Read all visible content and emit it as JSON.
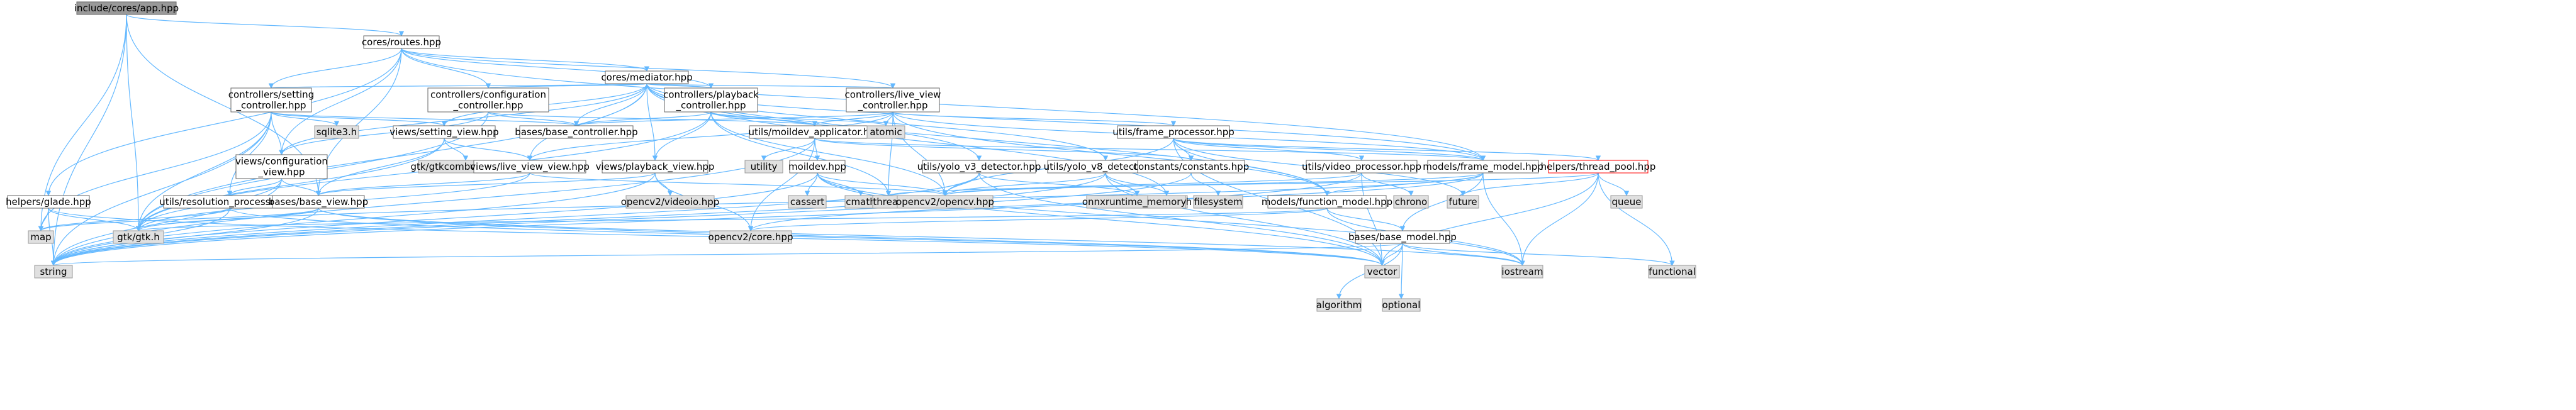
{
  "graph": {
    "colors": {
      "edge": "#63b8ff",
      "root_fill": "#999999",
      "node_border": "#666666",
      "system_fill": "#e0e0e0",
      "system_border": "#999999",
      "warning_border": "#ff0000"
    },
    "nodes": {
      "root": "include/cores/app.hpp",
      "routes": "cores/routes.hpp",
      "mediator": "cores/mediator.hpp",
      "setting_ctrl": [
        "controllers/setting",
        "_controller.hpp"
      ],
      "config_ctrl": [
        "controllers/configuration",
        "_controller.hpp"
      ],
      "playback_ctrl": [
        "controllers/playback",
        "_controller.hpp"
      ],
      "liveview_ctrl": [
        "controllers/live_view",
        "_controller.hpp"
      ],
      "sqlite3": "sqlite3.h",
      "setting_view": "views/setting_view.hpp",
      "gtkcombo": "gtk/gtkcomboboxtext.h",
      "base_ctrl": "bases/base_controller.hpp",
      "moildev_app": "utils/moildev_applicator.hpp",
      "atomic": "atomic",
      "frame_proc": "utils/frame_processor.hpp",
      "config_view": [
        "views/configuration",
        "_view.hpp"
      ],
      "live_view_view": "views/live_view_view.hpp",
      "playback_view": "views/playback_view.hpp",
      "utility": "utility",
      "moildev": "moildev.hpp",
      "yolo_v3": "utils/yolo_v3_detector.hpp",
      "yolo_v8": "utils/yolo_v8_detector.hpp",
      "constants": "constants/constants.hpp",
      "video_proc": "utils/video_processor.hpp",
      "frame_model": "models/frame_model.hpp",
      "thread_pool": "helpers/thread_pool.hpp",
      "glade": "helpers/glade.hpp",
      "res_proc": "utils/resolution_processor.hpp",
      "base_view": "bases/base_view.hpp",
      "videoio": "opencv2/videoio.hpp",
      "cassert": "cassert",
      "cmath": "cmath",
      "thread": "thread",
      "opencv": "opencv2/opencv.hpp",
      "onnx": "onnxruntime_cxx_api.h",
      "memory": "memory",
      "filesystem": "filesystem",
      "function_model": "models/function_model.hpp",
      "chrono": "chrono",
      "future": "future",
      "queue": "queue",
      "map": "map",
      "gtk": "gtk/gtk.h",
      "cv_core": "opencv2/core.hpp",
      "base_model": "bases/base_model.hpp",
      "string": "string",
      "vector": "vector",
      "iostream": "iostream",
      "functional": "functional",
      "algorithm": "algorithm",
      "optional": "optional"
    }
  }
}
